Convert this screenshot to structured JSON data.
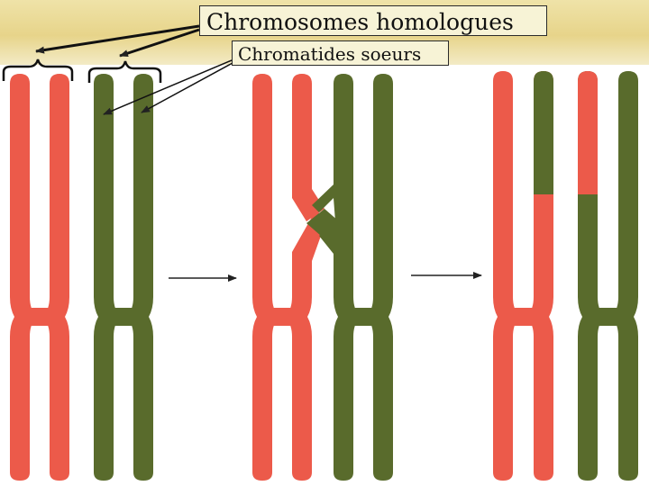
{
  "labels": {
    "homologous_chromosomes": "Chromosomes homologues",
    "sister_chromatids": "Chromatides soeurs"
  },
  "colors": {
    "maternal_red": "#ec5a4a",
    "paternal_green": "#596b2c",
    "annotation_line": "#111111",
    "banner": "#e9d98f"
  },
  "stages": [
    {
      "name": "homologous pair before crossing-over"
    },
    {
      "name": "crossing-over (chiasma)"
    },
    {
      "name": "recombined chromatids"
    }
  ]
}
